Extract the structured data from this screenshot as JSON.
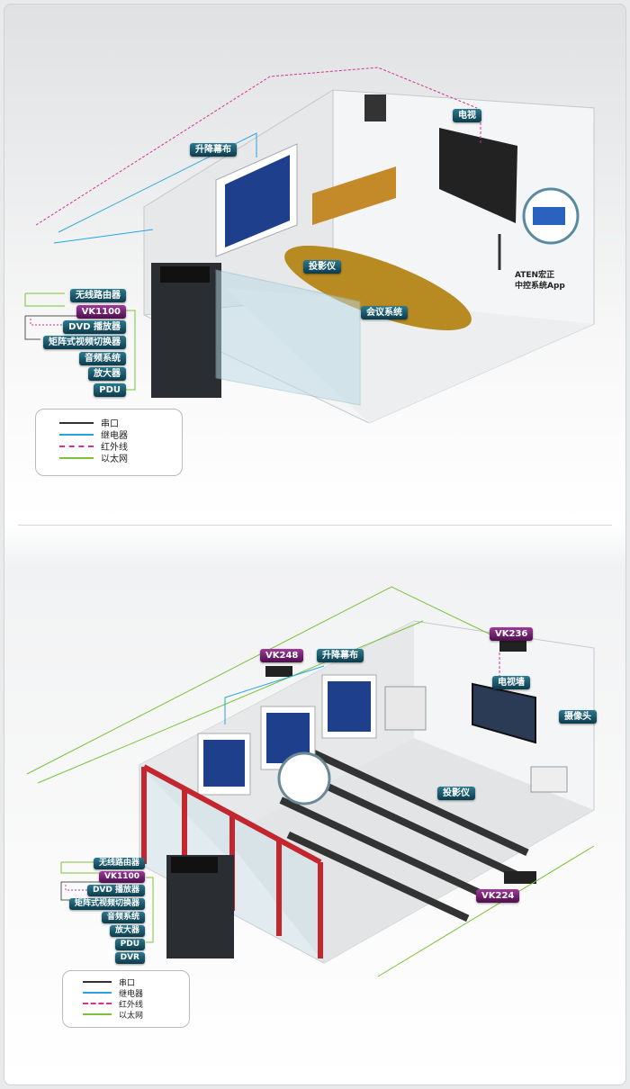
{
  "top": {
    "callouts": {
      "screen": "升降幕布",
      "tv": "电视",
      "projector": "投影仪",
      "conference": "会议系统",
      "app_line1": "ATEN宏正",
      "app_line2": "中控系统App"
    },
    "rack_labels": [
      "无线路由器",
      "VK1100",
      "DVD 播放器",
      "矩阵式视频切换器",
      "音频系统",
      "放大器",
      "PDU"
    ]
  },
  "bottom": {
    "callouts": {
      "vk248": "VK248",
      "screen": "升降幕布",
      "vk236": "VK236",
      "tv_wall": "电视墙",
      "camera": "摄像头",
      "projector": "投影仪",
      "vk224": "VK224"
    },
    "rack_labels": [
      "无线路由器",
      "VK1100",
      "DVD 播放器",
      "矩阵式视频切换器",
      "音频系统",
      "放大器",
      "PDU",
      "DVR"
    ]
  },
  "legend": [
    {
      "label": "串口",
      "color": "#333333",
      "style": "solid"
    },
    {
      "label": "继电器",
      "color": "#29a3e0",
      "style": "solid"
    },
    {
      "label": "红外线",
      "color": "#d6338f",
      "style": "dashed"
    },
    {
      "label": "以太网",
      "color": "#7cc23a",
      "style": "solid"
    }
  ]
}
